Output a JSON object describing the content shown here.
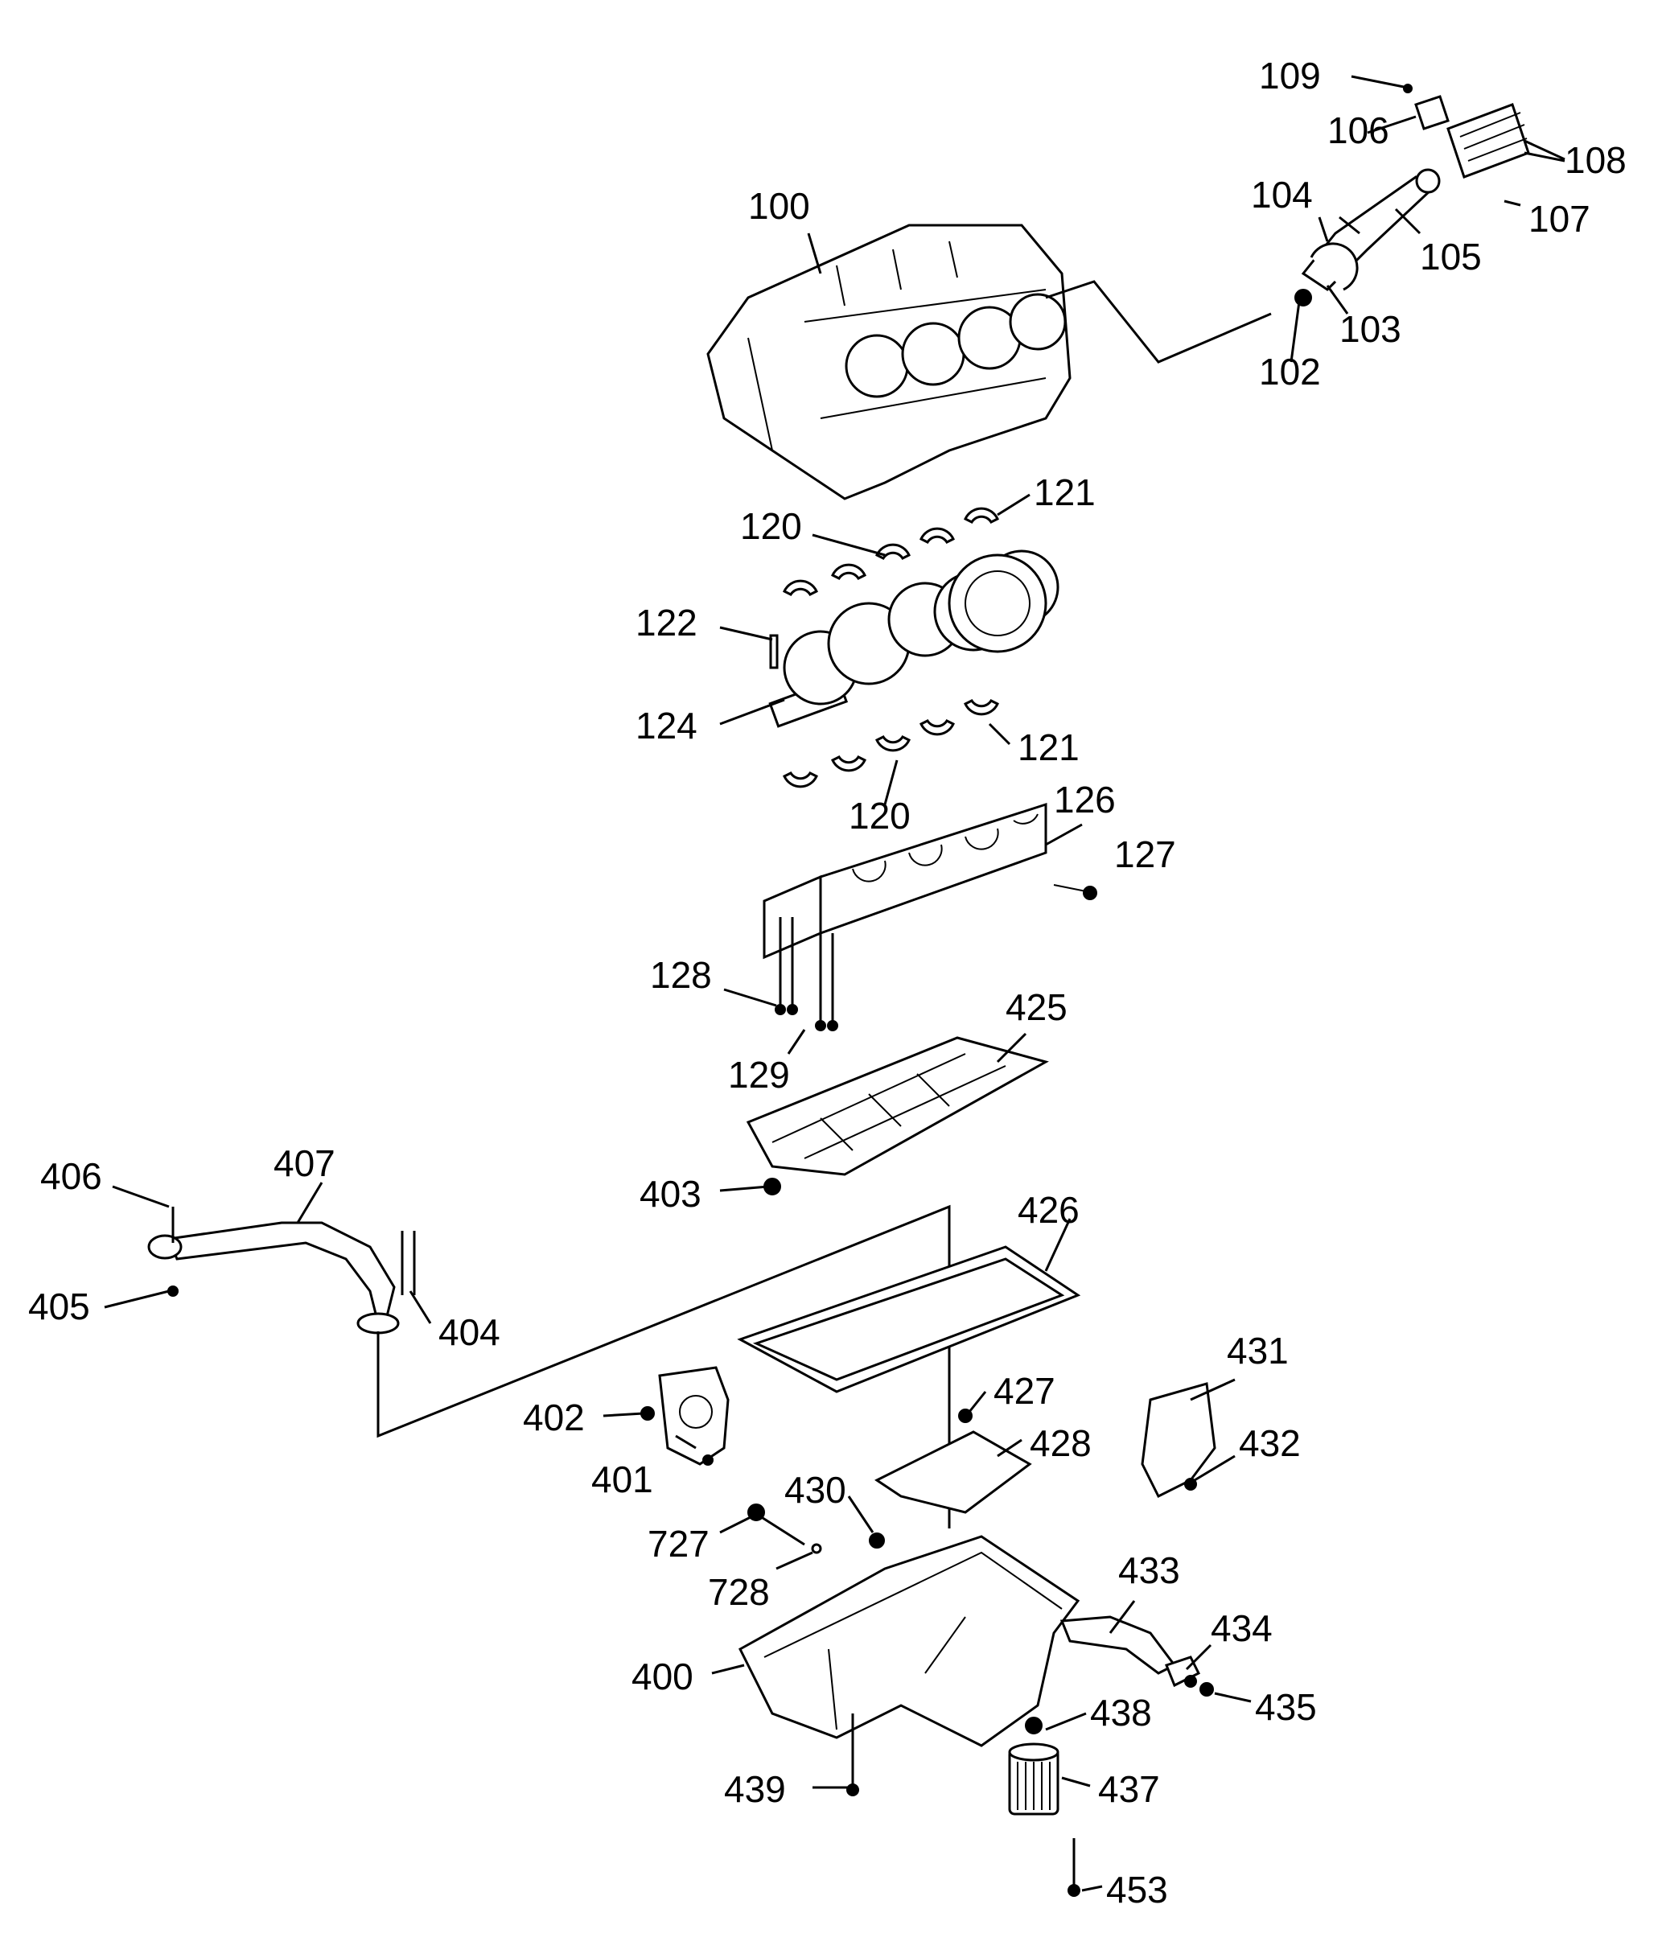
{
  "labels": {
    "l100": "100",
    "l102": "102",
    "l103": "103",
    "l104": "104",
    "l105": "105",
    "l106": "106",
    "l107": "107",
    "l108": "108",
    "l109": "109",
    "l120a": "120",
    "l120b": "120",
    "l121a": "121",
    "l121b": "121",
    "l122": "122",
    "l124": "124",
    "l126": "126",
    "l127": "127",
    "l128": "128",
    "l129": "129",
    "l400": "400",
    "l401": "401",
    "l402": "402",
    "l403": "403",
    "l404": "404",
    "l405": "405",
    "l406": "406",
    "l407": "407",
    "l425": "425",
    "l426": "426",
    "l427": "427",
    "l428": "428",
    "l430": "430",
    "l431": "431",
    "l432": "432",
    "l433": "433",
    "l434": "434",
    "l435": "435",
    "l437": "437",
    "l438": "438",
    "l439": "439",
    "l453": "453",
    "l727": "727",
    "l728": "728"
  }
}
